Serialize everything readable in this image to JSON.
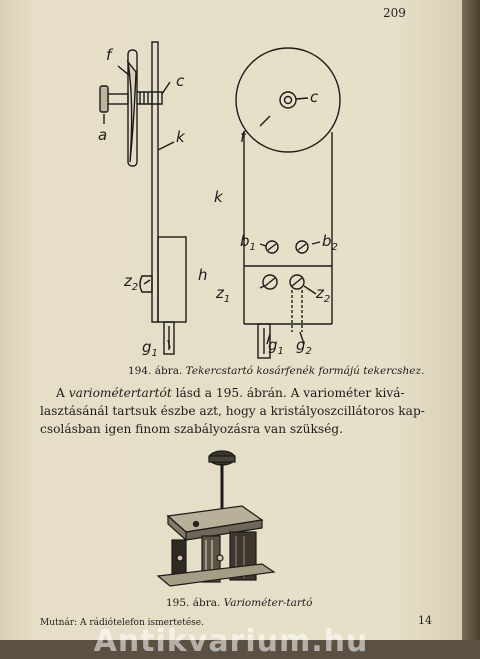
{
  "page_number": "209",
  "figure194": {
    "labels": {
      "f_left": "f",
      "c_left": "c",
      "a": "a",
      "k_left": "k",
      "z2_left": "z",
      "z2_left_sub": "2",
      "h": "h",
      "g1_left": "g",
      "g1_left_sub": "1",
      "c_right": "c",
      "f_right": "f",
      "k_right": "k",
      "b1": "b",
      "b1_sub": "1",
      "b2": "b",
      "b2_sub": "2",
      "z1": "z",
      "z1_sub": "1",
      "z2_right": "z",
      "z2_right_sub": "2",
      "g1_right": "g",
      "g1_right_sub": "1",
      "g2": "g",
      "g2_sub": "2"
    },
    "caption_number": "194. ábra.",
    "caption_text": "Tekercstartó kosárfenék formájú tekercshez."
  },
  "paragraph": {
    "line1_a": "A",
    "line1_term": "variométertartót",
    "line1_b": "lásd a 195. ábrán. A variométer kivá-",
    "line2": "lasztásánál tartsuk észbe azt, hogy a kristályoszcillátoros kap-",
    "line3": "csolásban igen finom szabályozásra van szükség."
  },
  "figure195": {
    "caption_number": "195. ábra.",
    "caption_text": "Variométer-tartó"
  },
  "footer": {
    "left": "Mutnár: A rádiótelefon ismertetése.",
    "right": "14"
  },
  "watermark": "Antikvarium.hu",
  "colors": {
    "paper": "#e4dcc4",
    "ink": "#1b1b1b"
  }
}
